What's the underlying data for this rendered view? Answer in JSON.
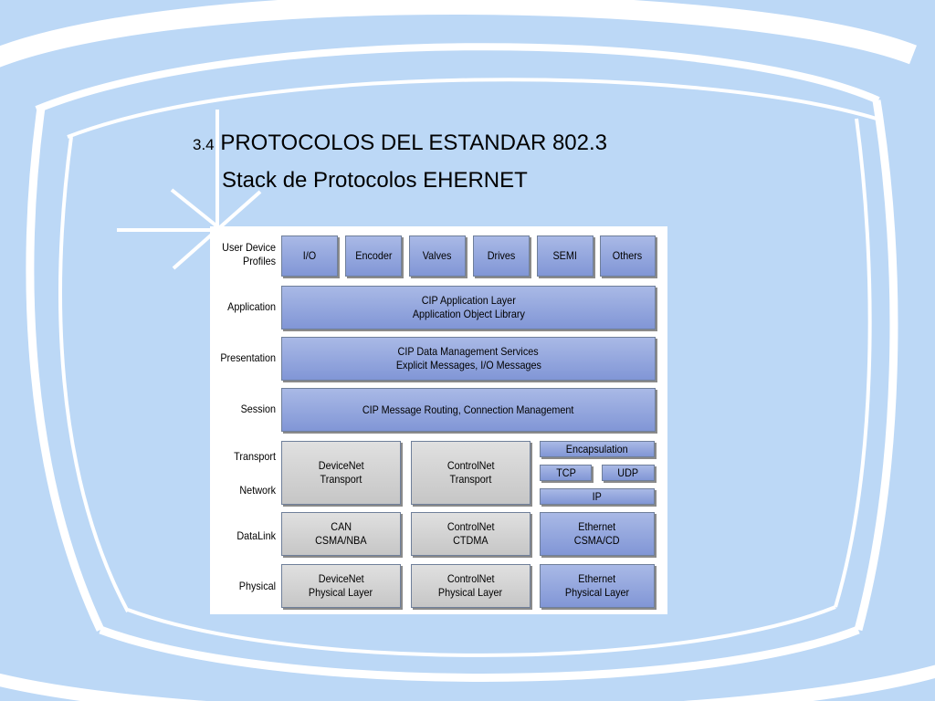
{
  "title": {
    "number": "3.4",
    "heading": "PROTOCOLOS DEL ESTANDAR 802.3",
    "subheading": "Stack de Protocolos EHERNET"
  },
  "layers": {
    "user_device_profiles": [
      "User Device",
      "Profiles"
    ],
    "application": "Application",
    "presentation": "Presentation",
    "session": "Session",
    "transport": "Transport",
    "network": "Network",
    "datalink": "DataLink",
    "physical": "Physical"
  },
  "profiles": [
    "I/O",
    "Encoder",
    "Valves",
    "Drives",
    "SEMI",
    "Others"
  ],
  "application_box": [
    "CIP Application Layer",
    "Application Object Library"
  ],
  "presentation_box": [
    "CIP Data Management Services",
    "Explicit Messages, I/O Messages"
  ],
  "session_box": "CIP Message Routing, Connection Management",
  "transport_network": {
    "devicenet": [
      "DeviceNet",
      "Transport"
    ],
    "controlnet": [
      "ControlNet",
      "Transport"
    ],
    "encapsulation": "Encapsulation",
    "tcp": "TCP",
    "udp": "UDP",
    "ip": "IP"
  },
  "datalink": {
    "can": [
      "CAN",
      "CSMA/NBA"
    ],
    "controlnet": [
      "ControlNet",
      "CTDMA"
    ],
    "ethernet": [
      "Ethernet",
      "CSMA/CD"
    ]
  },
  "physical": {
    "devicenet": [
      "DeviceNet",
      "Physical Layer"
    ],
    "controlnet": [
      "ControlNet",
      "Physical Layer"
    ],
    "ethernet": [
      "Ethernet",
      "Physical Layer"
    ]
  },
  "colors": {
    "background": "#bcd8f6",
    "frame": "#ffffff",
    "blue_box": "#8fa3dc",
    "gray_box": "#d3d3d3"
  }
}
